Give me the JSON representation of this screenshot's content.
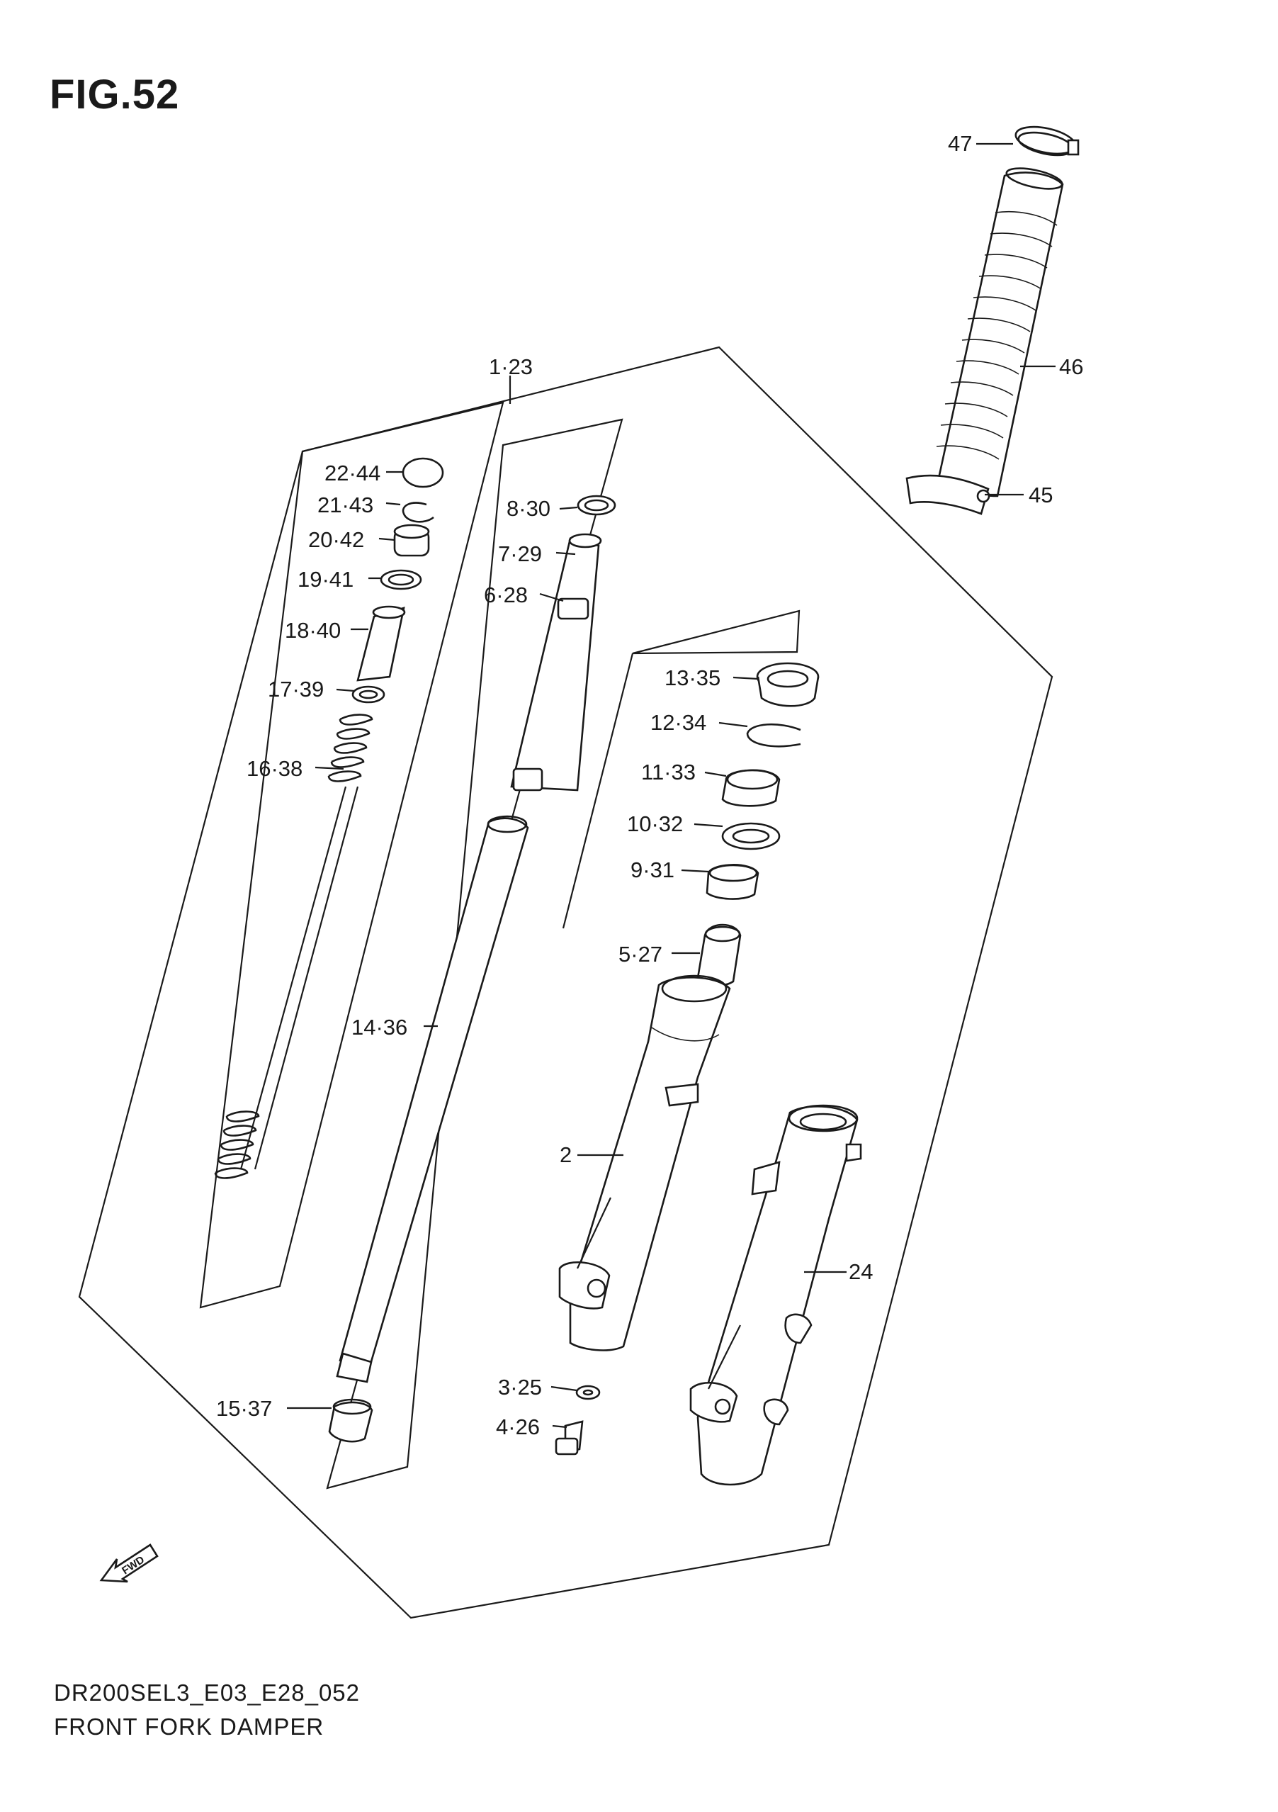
{
  "figure": {
    "title": "FIG.52",
    "code": "DR200SEL3_E03_E28_052",
    "name": "FRONT FORK DAMPER"
  },
  "fwd_label": "FWD",
  "callouts": {
    "c1_23": "1·23",
    "c2": "2",
    "c3_25": "3·25",
    "c4_26": "4·26",
    "c5_27": "5·27",
    "c6_28": "6·28",
    "c7_29": "7·29",
    "c8_30": "8·30",
    "c9_31": "9·31",
    "c10_32": "10·32",
    "c11_33": "11·33",
    "c12_34": "12·34",
    "c13_35": "13·35",
    "c14_36": "14·36",
    "c15_37": "15·37",
    "c16_38": "16·38",
    "c17_39": "17·39",
    "c18_40": "18·40",
    "c19_41": "19·41",
    "c20_42": "20·42",
    "c21_43": "21·43",
    "c22_44": "22·44",
    "c24": "24",
    "c45": "45",
    "c46": "46",
    "c47": "47"
  }
}
